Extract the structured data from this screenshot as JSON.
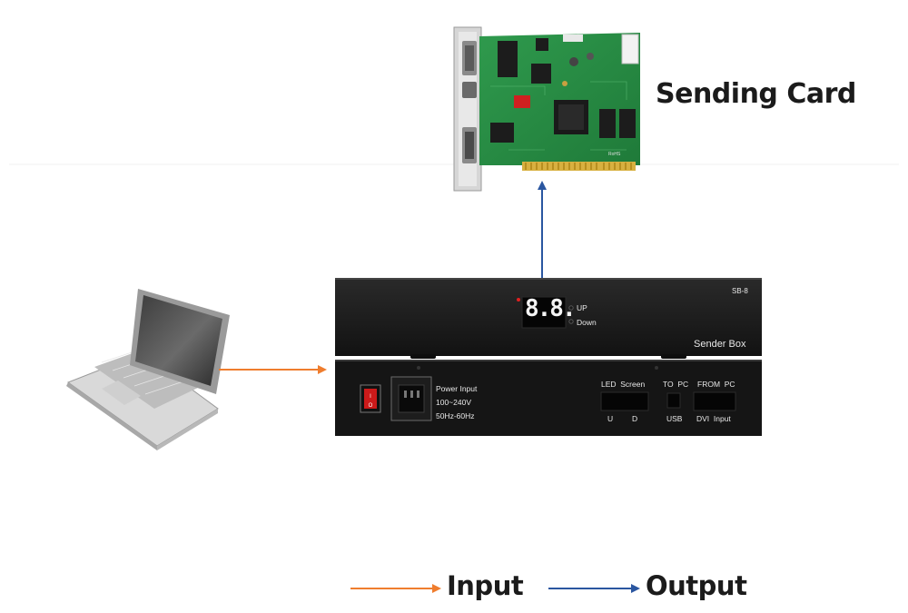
{
  "title_sending_card": "Sending Card",
  "pcb_marking": "RoHS",
  "sender_box": {
    "model": "SB-8",
    "display_digits": "8.8.",
    "up_label": "UP",
    "down_label": "Down",
    "name_label": "Sender Box",
    "power_input_label": "Power Input",
    "voltage_label": "100~240V",
    "frequency_label": "50Hz-60Hz",
    "led_screen_label": "LED  Screen",
    "u_label": "U",
    "d_label": "D",
    "to_pc_label": "TO  PC",
    "usb_label": "USB",
    "from_pc_label": "FROM  PC",
    "dvi_input_label": "DVI  Input"
  },
  "legend": {
    "input_label": "Input",
    "output_label": "Output",
    "input_color": "#ef7d2e",
    "output_color": "#2a56a0"
  },
  "icons": [
    "laptop-icon",
    "sending-card-pcb-icon",
    "power-switch-icon",
    "power-socket-icon"
  ]
}
